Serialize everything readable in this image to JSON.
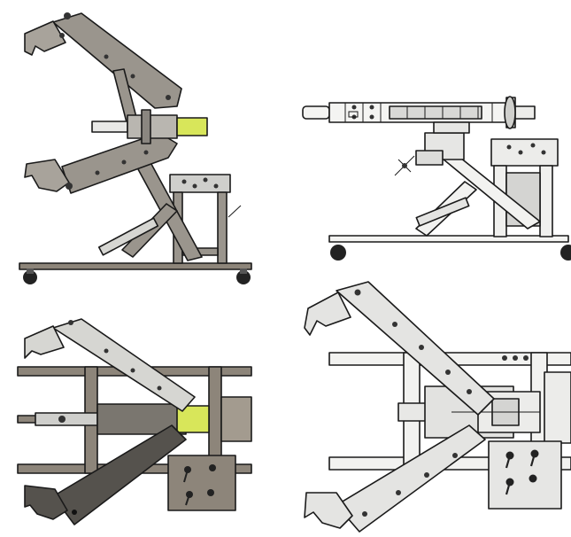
{
  "figure": {
    "views": [
      {
        "id": "side-view-retracted"
      },
      {
        "id": "side-view-extended"
      },
      {
        "id": "top-view-shaded"
      },
      {
        "id": "top-view-light"
      }
    ]
  },
  "colors": {
    "arm_mid_grey": "#9a958d",
    "arm_light_grey": "#d6d6d2",
    "arm_dark_grey": "#55524d",
    "frame_tan": "#8d857a",
    "cylinder_yellow": "#d8e65a",
    "outline": "#1a1a1a"
  }
}
